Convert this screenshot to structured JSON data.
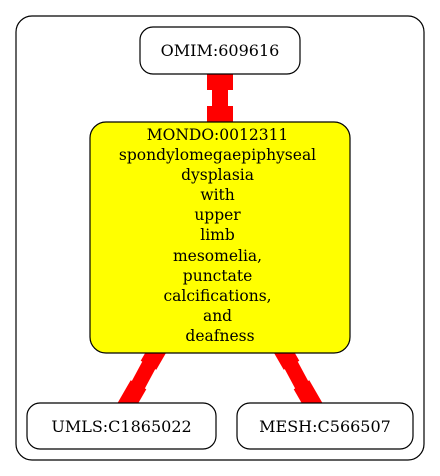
{
  "diagram": {
    "nodes": {
      "omim": {
        "label": "OMIM:609616"
      },
      "mondo": {
        "lines": [
          "MONDO:0012311",
          "spondylomegaepiphyseal",
          "dysplasia",
          "with",
          "upper",
          "limb",
          "mesomelia,",
          "punctate",
          "calcifications,",
          "and",
          "deafness"
        ],
        "fill": "#ffff00"
      },
      "umls": {
        "label": "UMLS:C1865022"
      },
      "mesh": {
        "label": "MESH:C566507"
      }
    },
    "edge_color": "#ff0000"
  }
}
